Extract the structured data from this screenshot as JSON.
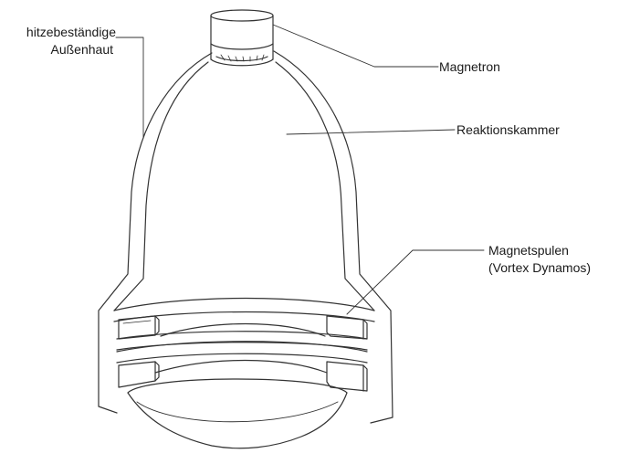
{
  "labels": {
    "outer_skin_line1": "hitzebeständige",
    "outer_skin_line2": "Außenhaut",
    "magnetron": "Magnetron",
    "chamber": "Reaktionskammer",
    "coils_line1": "Magnetspulen",
    "coils_line2": "(Vortex Dynamos)"
  },
  "colors": {
    "stroke": "#333333",
    "background": "#ffffff"
  }
}
